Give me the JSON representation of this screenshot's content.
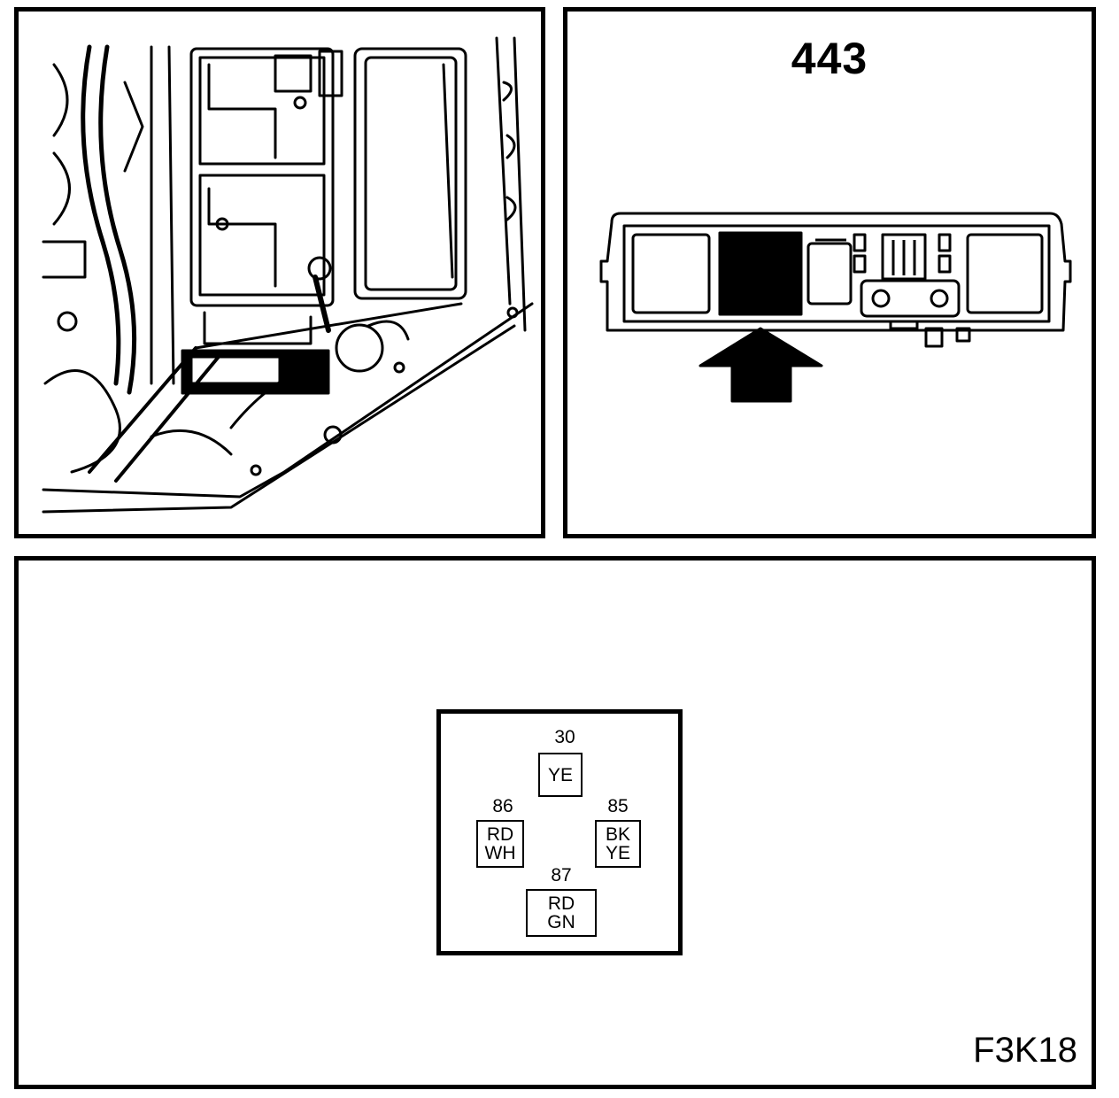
{
  "fuse_panel": {
    "component_number": "443"
  },
  "relay": {
    "pins": [
      {
        "id": "pin-30",
        "number": "30",
        "line1": "YE",
        "line2": ""
      },
      {
        "id": "pin-86",
        "number": "86",
        "line1": "RD",
        "line2": "WH"
      },
      {
        "id": "pin-85",
        "number": "85",
        "line1": "BK",
        "line2": "YE"
      },
      {
        "id": "pin-87",
        "number": "87",
        "line1": "RD",
        "line2": "GN"
      }
    ]
  },
  "figure": {
    "code": "F3K18"
  }
}
